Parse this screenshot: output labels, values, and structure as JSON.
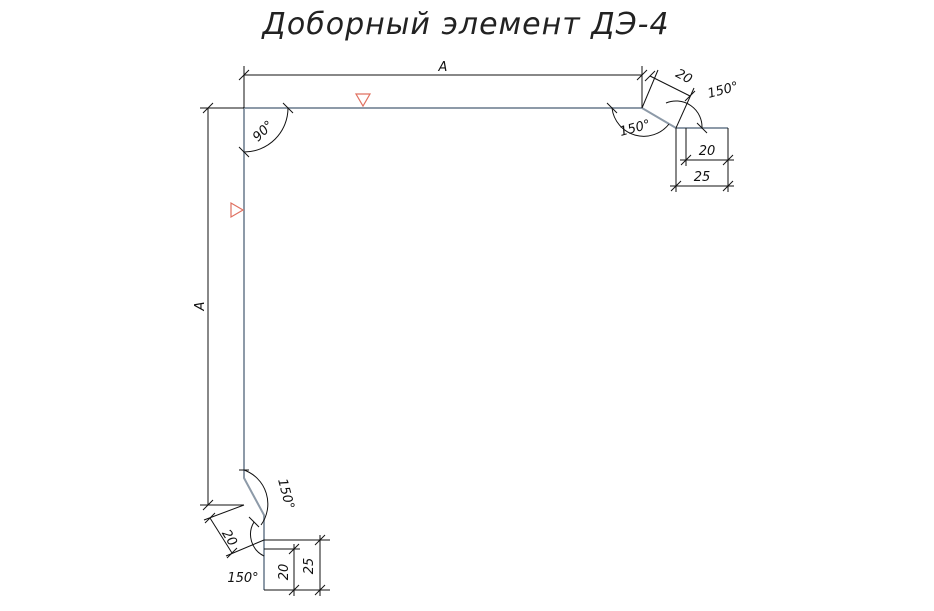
{
  "title": "Доборный элемент ДЭ-4",
  "dimensions": {
    "side_top": "A",
    "side_left": "A",
    "angle_corner": "90°",
    "angle_tr_inner": "150°",
    "angle_tr_outer": "150°",
    "len_tr_diag": "20",
    "len_tr_flange": "20",
    "len_tr_total": "25",
    "angle_bl_inner": "150°",
    "angle_bl_outer": "150°",
    "len_bl_diag": "20",
    "len_bl_flange": "20",
    "len_bl_total": "25"
  },
  "colors": {
    "profile": "#8d9aa8",
    "marker": "#e07060",
    "dim_lines": "#111111"
  }
}
